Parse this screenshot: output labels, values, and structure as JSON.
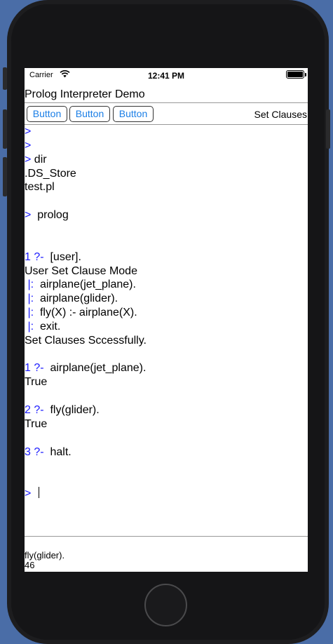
{
  "status_bar": {
    "carrier": "Carrier",
    "time": "12:41 PM"
  },
  "app": {
    "title": "Prolog Interpreter Demo"
  },
  "toolbar": {
    "buttons": [
      "Button",
      "Button",
      "Button"
    ],
    "set_clauses_label": "Set Clauses"
  },
  "console": {
    "lines": [
      {
        "prompt": ">",
        "text": ""
      },
      {
        "prompt": ">",
        "text": ""
      },
      {
        "prompt": ">",
        "text": " dir"
      },
      {
        "prompt": "",
        "text": ".DS_Store"
      },
      {
        "prompt": "",
        "text": "test.pl"
      },
      {
        "prompt": "",
        "text": ""
      },
      {
        "prompt": ">",
        "text": "  prolog"
      },
      {
        "prompt": "",
        "text": ""
      },
      {
        "prompt": "",
        "text": ""
      },
      {
        "prompt": "1 ?-",
        "text": "  [user]."
      },
      {
        "prompt": "",
        "text": "User Set Clause Mode"
      },
      {
        "prompt": " |:",
        "text": "  airplane(jet_plane)."
      },
      {
        "prompt": " |:",
        "text": "  airplane(glider)."
      },
      {
        "prompt": " |:",
        "text": "  fly(X) :- airplane(X)."
      },
      {
        "prompt": " |:",
        "text": "  exit."
      },
      {
        "prompt": "",
        "text": "Set Clauses Sccessfully."
      },
      {
        "prompt": "",
        "text": ""
      },
      {
        "prompt": "1 ?-",
        "text": "  airplane(jet_plane)."
      },
      {
        "prompt": "",
        "text": "True"
      },
      {
        "prompt": "",
        "text": ""
      },
      {
        "prompt": "2 ?-",
        "text": "  fly(glider)."
      },
      {
        "prompt": "",
        "text": "True"
      },
      {
        "prompt": "",
        "text": ""
      },
      {
        "prompt": "3 ?-",
        "text": "  halt."
      },
      {
        "prompt": "",
        "text": ""
      },
      {
        "prompt": "",
        "text": ""
      },
      {
        "prompt": ">",
        "text": "  "
      }
    ]
  },
  "bottom": {
    "input_text": "fly(glider).",
    "count": "46"
  }
}
